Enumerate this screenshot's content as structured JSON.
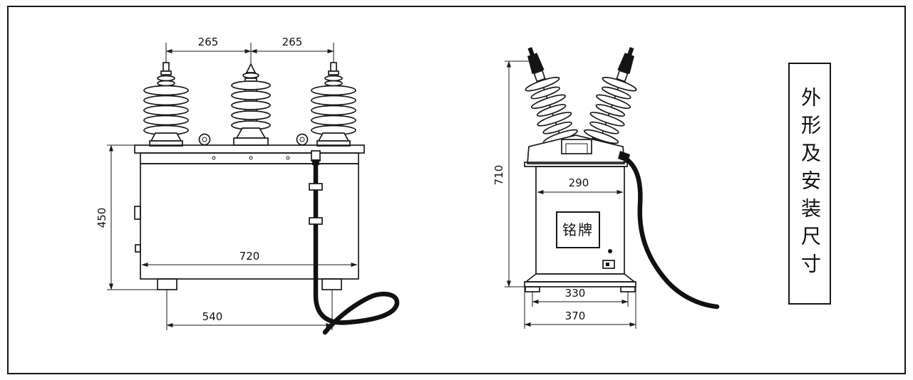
{
  "drawing": {
    "title": "外形及安装尺寸",
    "front_view": {
      "dims": {
        "span_left": "265",
        "span_right": "265",
        "height": "450",
        "inner_width": "720",
        "foot_span": "540"
      }
    },
    "side_view": {
      "dims": {
        "height": "710",
        "body_width": "290",
        "bolt_span": "330",
        "base_width": "370"
      },
      "nameplate": "铭牌"
    },
    "colors": {
      "line": "#1a1a1a",
      "background": "#ffffff"
    }
  }
}
